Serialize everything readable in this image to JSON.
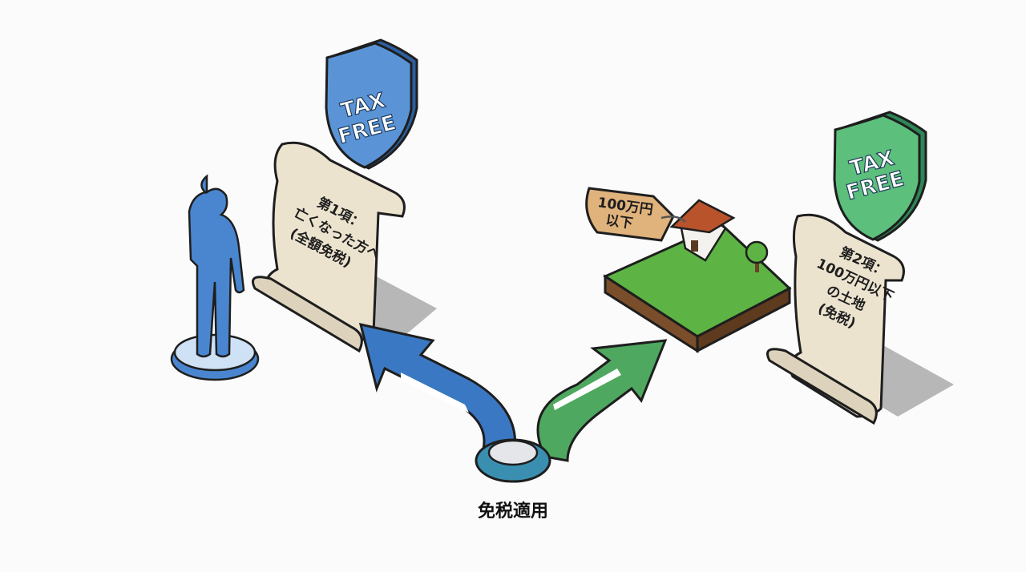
{
  "left_shield": {
    "line1": "TAX",
    "line2": "FREE",
    "color": "#3b78c4"
  },
  "right_shield": {
    "line1": "TAX",
    "line2": "FREE",
    "color": "#3aa56a"
  },
  "left_scroll": {
    "lines": [
      "第1項：",
      "亡くなった方へ",
      "(全額免税)"
    ]
  },
  "right_scroll": {
    "lines": [
      "第2項：",
      "100万円以下",
      "の土地",
      "(免税)"
    ]
  },
  "price_tag": {
    "lines": [
      "100万円",
      "以下"
    ]
  },
  "caption": "免税適用",
  "colors": {
    "blue": "#3b78c4",
    "green": "#3aa56a",
    "paper": "#ece3cf",
    "grass": "#5db444"
  }
}
